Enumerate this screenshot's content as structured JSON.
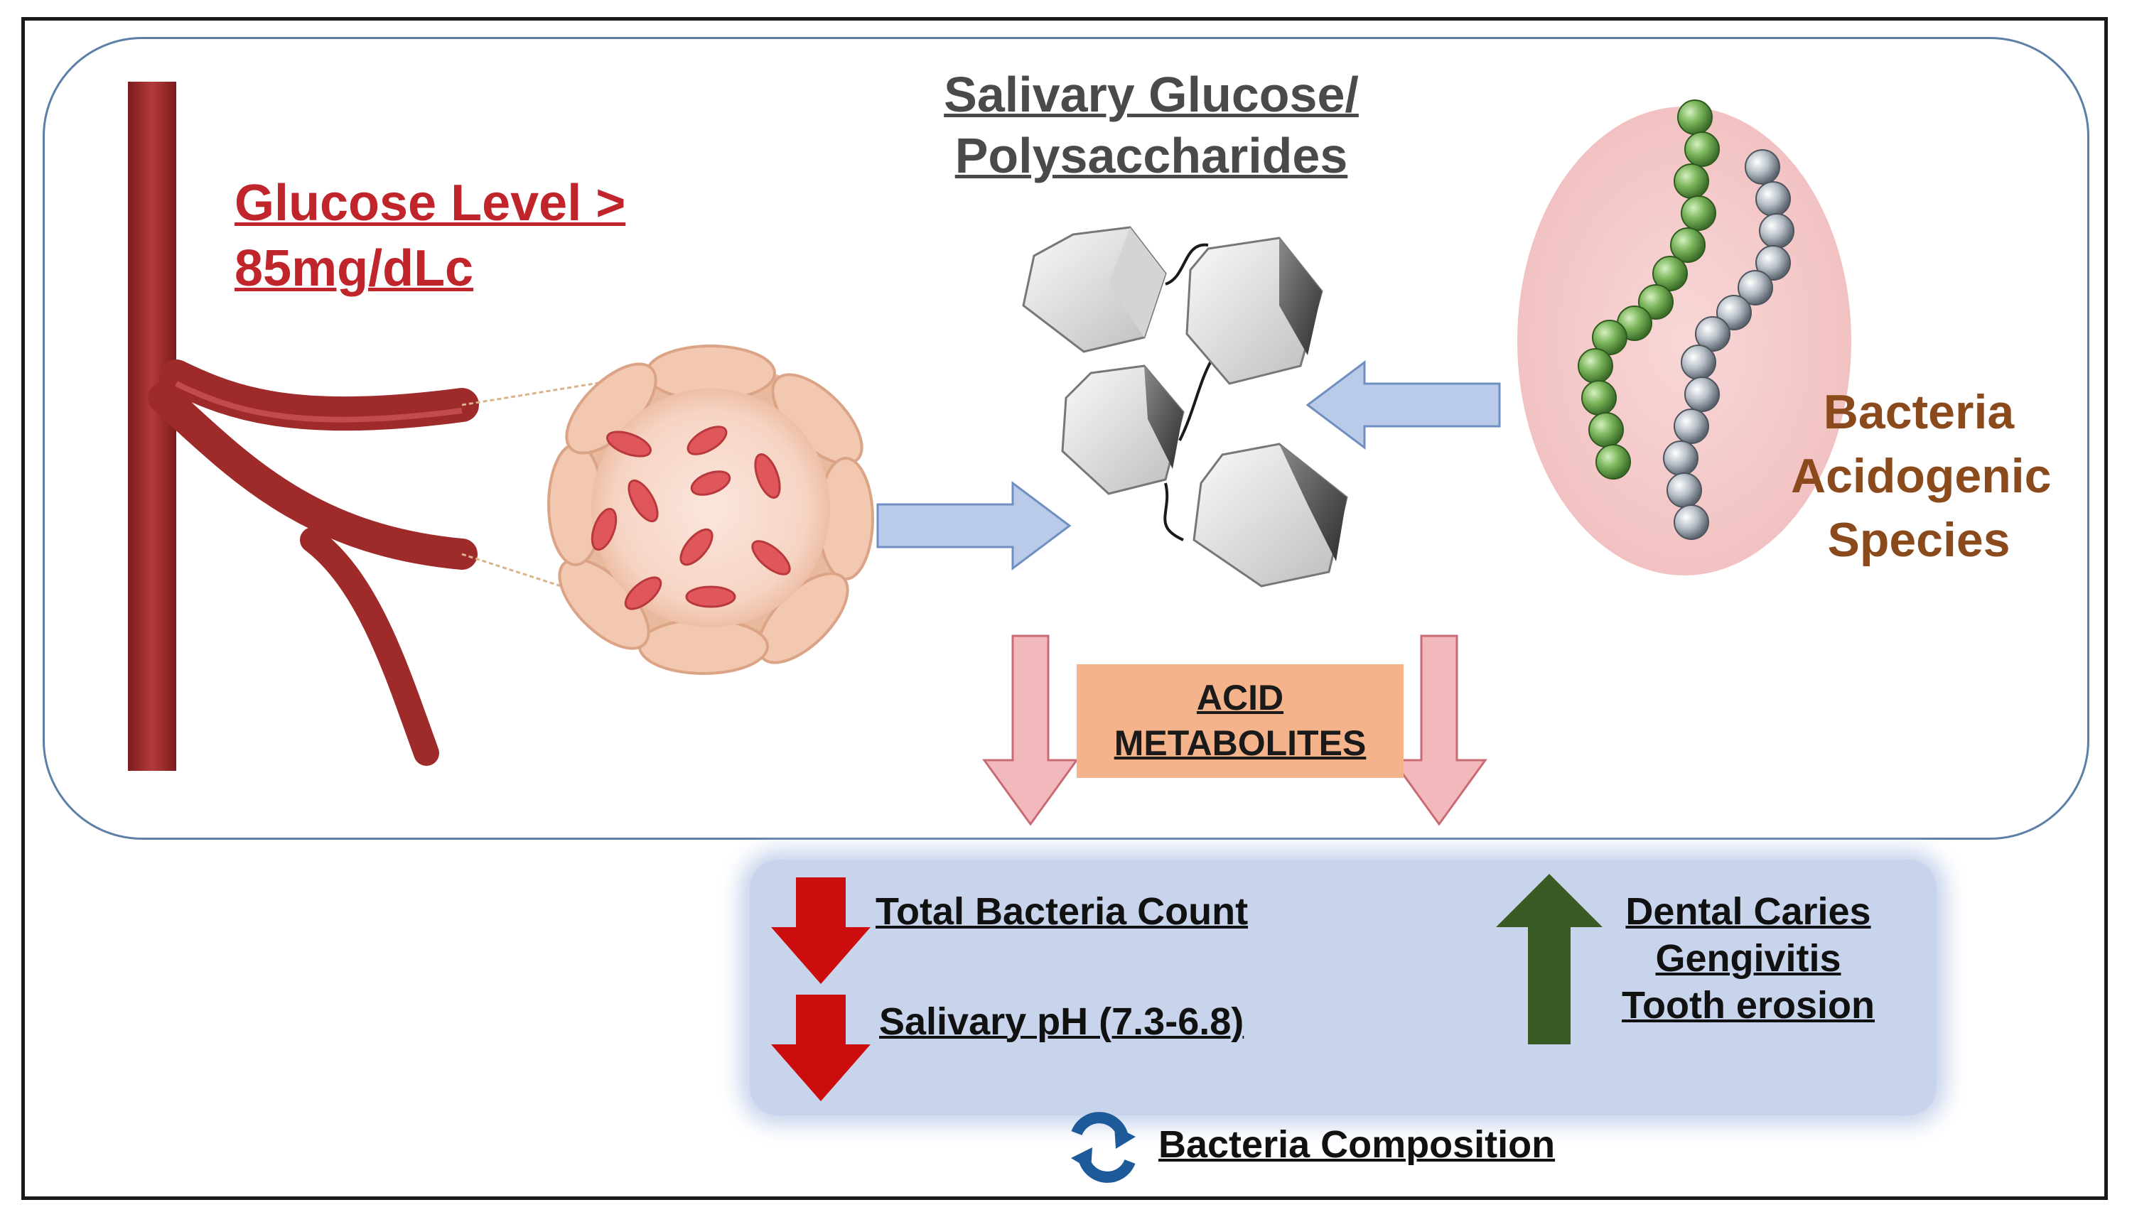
{
  "glucose_level": [
    "Glucose Level >",
    "85mg/dLc"
  ],
  "salivary": [
    "Salivary Glucose/",
    "Polysaccharides"
  ],
  "bacteria": [
    "Bacteria",
    "Acidogenic",
    "Species"
  ],
  "acid": [
    "ACID",
    "METABOLITES"
  ],
  "results": {
    "total_bacteria": "Total Bacteria Count",
    "salivary_ph": "Salivary pH (7.3-6.8)",
    "increase": [
      "Dental Caries",
      "Gengivitis",
      "Tooth erosion"
    ],
    "composition": "Bacteria Composition"
  },
  "colors": {
    "vessel": "#9e2a2a",
    "glucose_text": "#c0252c",
    "bacteria_text": "#8b4a1c",
    "flow_arrow": "#b9cbe8",
    "down_arrow_pink": "#f2b9bd",
    "decrease_arrow": "#cc0d0d",
    "increase_arrow": "#3a5a23",
    "acid_box": "#f4b38a",
    "result_panel": "#c8d4ec",
    "cycle_icon": "#1d5a9a"
  },
  "icons": [
    "blood-vessel",
    "vessel-cross-section",
    "glucose-polyhedra",
    "bacteria-chains",
    "down-arrow",
    "up-arrow",
    "cycle-icon"
  ]
}
